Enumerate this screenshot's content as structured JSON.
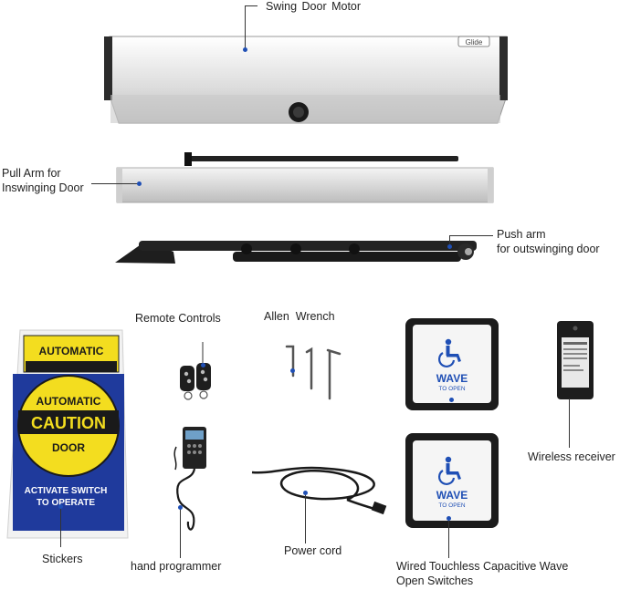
{
  "labels": {
    "motor": "Swing Door Motor",
    "pull_arm_line1": "Pull Arm for",
    "pull_arm_line2": "Inswinging Door",
    "push_arm_line1": "Push arm",
    "push_arm_line2": "for outswinging door",
    "remote": "Remote Controls",
    "allen": "Allen  Wrench",
    "wireless": "Wireless receiver",
    "stickers": "Stickers",
    "programmer": "hand programmer",
    "power": "Power cord",
    "switch_line1": "Wired Touchless Capacitive Wave",
    "switch_line2": "Open Switches"
  },
  "motor_brand": "Glide",
  "sticker": {
    "top_word": "AUTOMATIC",
    "caution": "CAUTION",
    "door": "DOOR",
    "activate_line1": "ACTIVATE SWITCH",
    "activate_line2": "TO OPERATE"
  },
  "wave_switch": {
    "wave": "WAVE",
    "to_open": "TO OPEN"
  },
  "colors": {
    "accent_dot": "#1f4fb5",
    "caution_yellow": "#f3dd1f",
    "sticker_blue": "#1f3a9c",
    "wave_blue": "#1f4fb5"
  },
  "icons": [
    "wheelchair-icon"
  ]
}
